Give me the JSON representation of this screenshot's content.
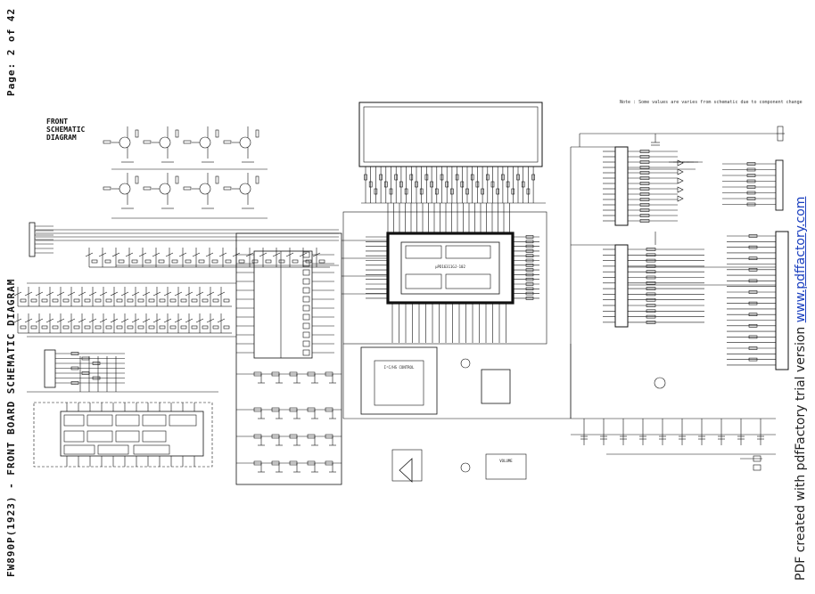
{
  "page_label": "Page: 2 of 42",
  "footer_title": "FW890P(1923)  -  FRONT BOARD SCHEMATIC DIAGRAM",
  "diagram_label_lines": [
    "FRONT",
    "SCHEMATIC",
    "DIAGRAM"
  ],
  "pdf_notice": {
    "prefix": "PDF created with pdfFactory trial version ",
    "link": "www.pdffactory.com"
  },
  "note": "Note : Some values are varies from schematic due to component change",
  "blocks": {
    "central_ic": "µPD16311GJ-102",
    "volume": "VOLUME",
    "radio": "I²C/HS CONTROL"
  },
  "colors": {
    "ink": "#111111",
    "background": "#ffffff",
    "link": "#1a3fbf"
  }
}
